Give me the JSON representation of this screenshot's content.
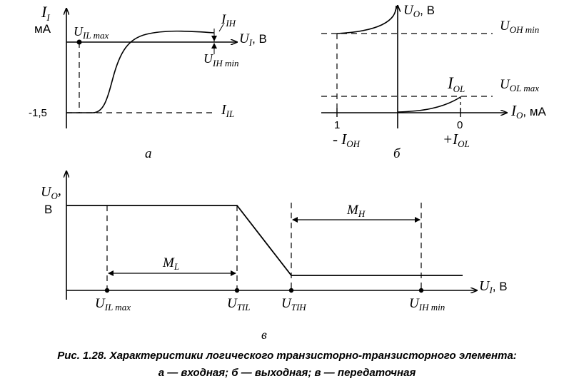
{
  "panel_a": {
    "y_symbol": "I",
    "y_sub": "I",
    "y_unit": "мА",
    "x_symbol": "U",
    "x_sub": "I",
    "x_unit": ", В",
    "uil_max": "U",
    "uil_max_sub": "IL max",
    "iih": "I",
    "iih_sub": "IH",
    "uih_min": "U",
    "uih_min_sub": "IH min",
    "iil": "I",
    "iil_sub": "IL",
    "tick_value": "-1,5",
    "panel_label": "а"
  },
  "panel_b": {
    "y_symbol": "U",
    "y_sub": "O",
    "y_unit": ", В",
    "uoh_min": "U",
    "uoh_min_sub": "OH min",
    "iol": "I",
    "iol_sub": "OL",
    "uol_max": "U",
    "uol_max_sub": "OL max",
    "x_symbol": "I",
    "x_sub": "O",
    "x_unit": ", мА",
    "tick_one": "1",
    "tick_zero": "0",
    "minus_ioh": "- I",
    "minus_ioh_sub": "OH",
    "plus_iol": "+I",
    "plus_iol_sub": "OL",
    "panel_label": "б"
  },
  "panel_c": {
    "y_symbol": "U",
    "y_sub": "O",
    "y_comma": ",",
    "y_unit": "В",
    "mh": "M",
    "mh_sub": "H",
    "ml": "M",
    "ml_sub": "L",
    "x_symbol": "U",
    "x_sub": "I",
    "x_unit": ", В",
    "uil_max": "U",
    "uil_max_sub": "IL max",
    "util": "U",
    "util_sub": "TIL",
    "utih": "U",
    "utih_sub": "TIH",
    "uih_min": "U",
    "uih_min_sub": "IH min",
    "panel_label": "в"
  },
  "caption": {
    "line1": "Рис. 1.28. Характеристики логического транзисторно-транзисторного элемента:",
    "line2": "а — входная; б — выходная; в — передаточная"
  }
}
